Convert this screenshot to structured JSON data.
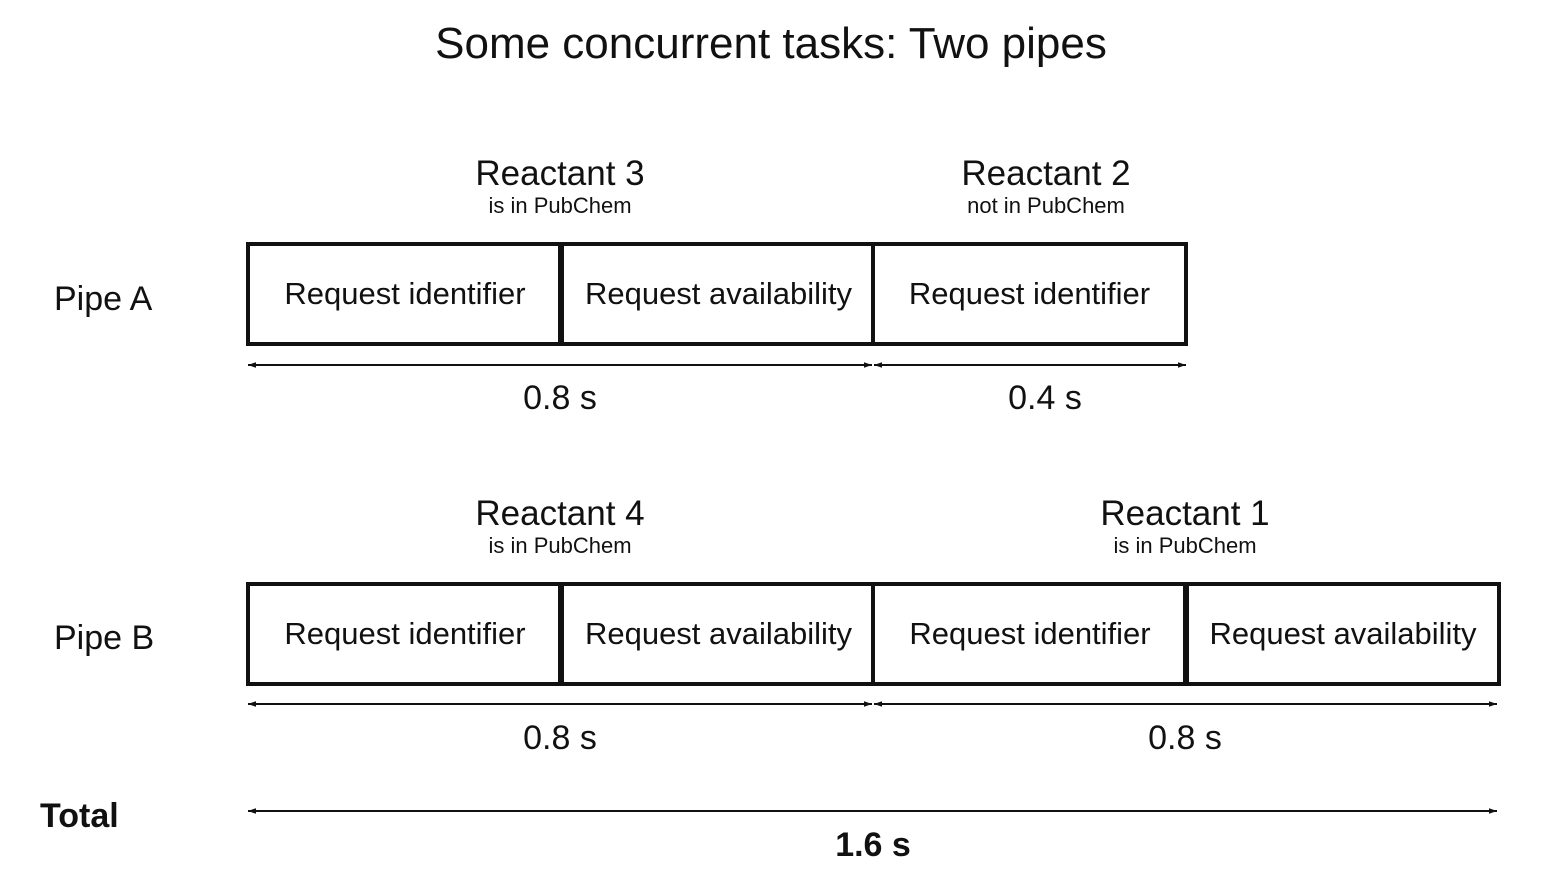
{
  "title": "Some concurrent tasks: Two pipes",
  "pipes": [
    {
      "label": "Pipe A",
      "reactants": [
        {
          "name": "Reactant 3",
          "status": "is in PubChem"
        },
        {
          "name": "Reactant 2",
          "status": "not in PubChem"
        }
      ],
      "tasks": [
        "Request identifier",
        "Request availability",
        "Request identifier"
      ],
      "durations": [
        "0.8 s",
        "0.4 s"
      ]
    },
    {
      "label": "Pipe B",
      "reactants": [
        {
          "name": "Reactant 4",
          "status": "is in PubChem"
        },
        {
          "name": "Reactant 1",
          "status": "is in PubChem"
        }
      ],
      "tasks": [
        "Request identifier",
        "Request availability",
        "Request identifier",
        "Request availability"
      ],
      "durations": [
        "0.8 s",
        "0.8 s"
      ]
    }
  ],
  "total": {
    "label": "Total",
    "duration": "1.6 s"
  }
}
